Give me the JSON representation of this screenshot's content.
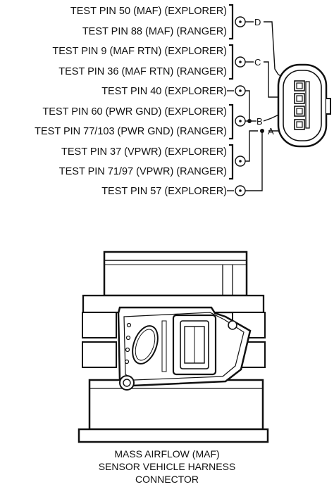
{
  "test_pins": [
    {
      "label": "TEST PIN 50 (MAF) (EXPLORER)"
    },
    {
      "label": "TEST PIN 88 (MAF) (RANGER)"
    },
    {
      "label": "TEST PIN 9 (MAF RTN) (EXPLORER)"
    },
    {
      "label": "TEST PIN 36 (MAF RTN) (RANGER)"
    },
    {
      "label": "TEST PIN 40 (EXPLORER)"
    },
    {
      "label": "TEST PIN 60 (PWR GND) (EXPLORER)"
    },
    {
      "label": "TEST PIN 77/103 (PWR GND) (RANGER)"
    },
    {
      "label": "TEST PIN 37 (VPWR) (EXPLORER)"
    },
    {
      "label": "TEST PIN 71/97 (VPWR) (RANGER)"
    },
    {
      "label": "TEST PIN 57 (EXPLORER)"
    }
  ],
  "terminal_letters": [
    "D",
    "C",
    "B",
    "A"
  ],
  "caption": [
    "MASS AIRFLOW (MAF)",
    "SENSOR VEHICLE HARNESS",
    "CONNECTOR"
  ]
}
